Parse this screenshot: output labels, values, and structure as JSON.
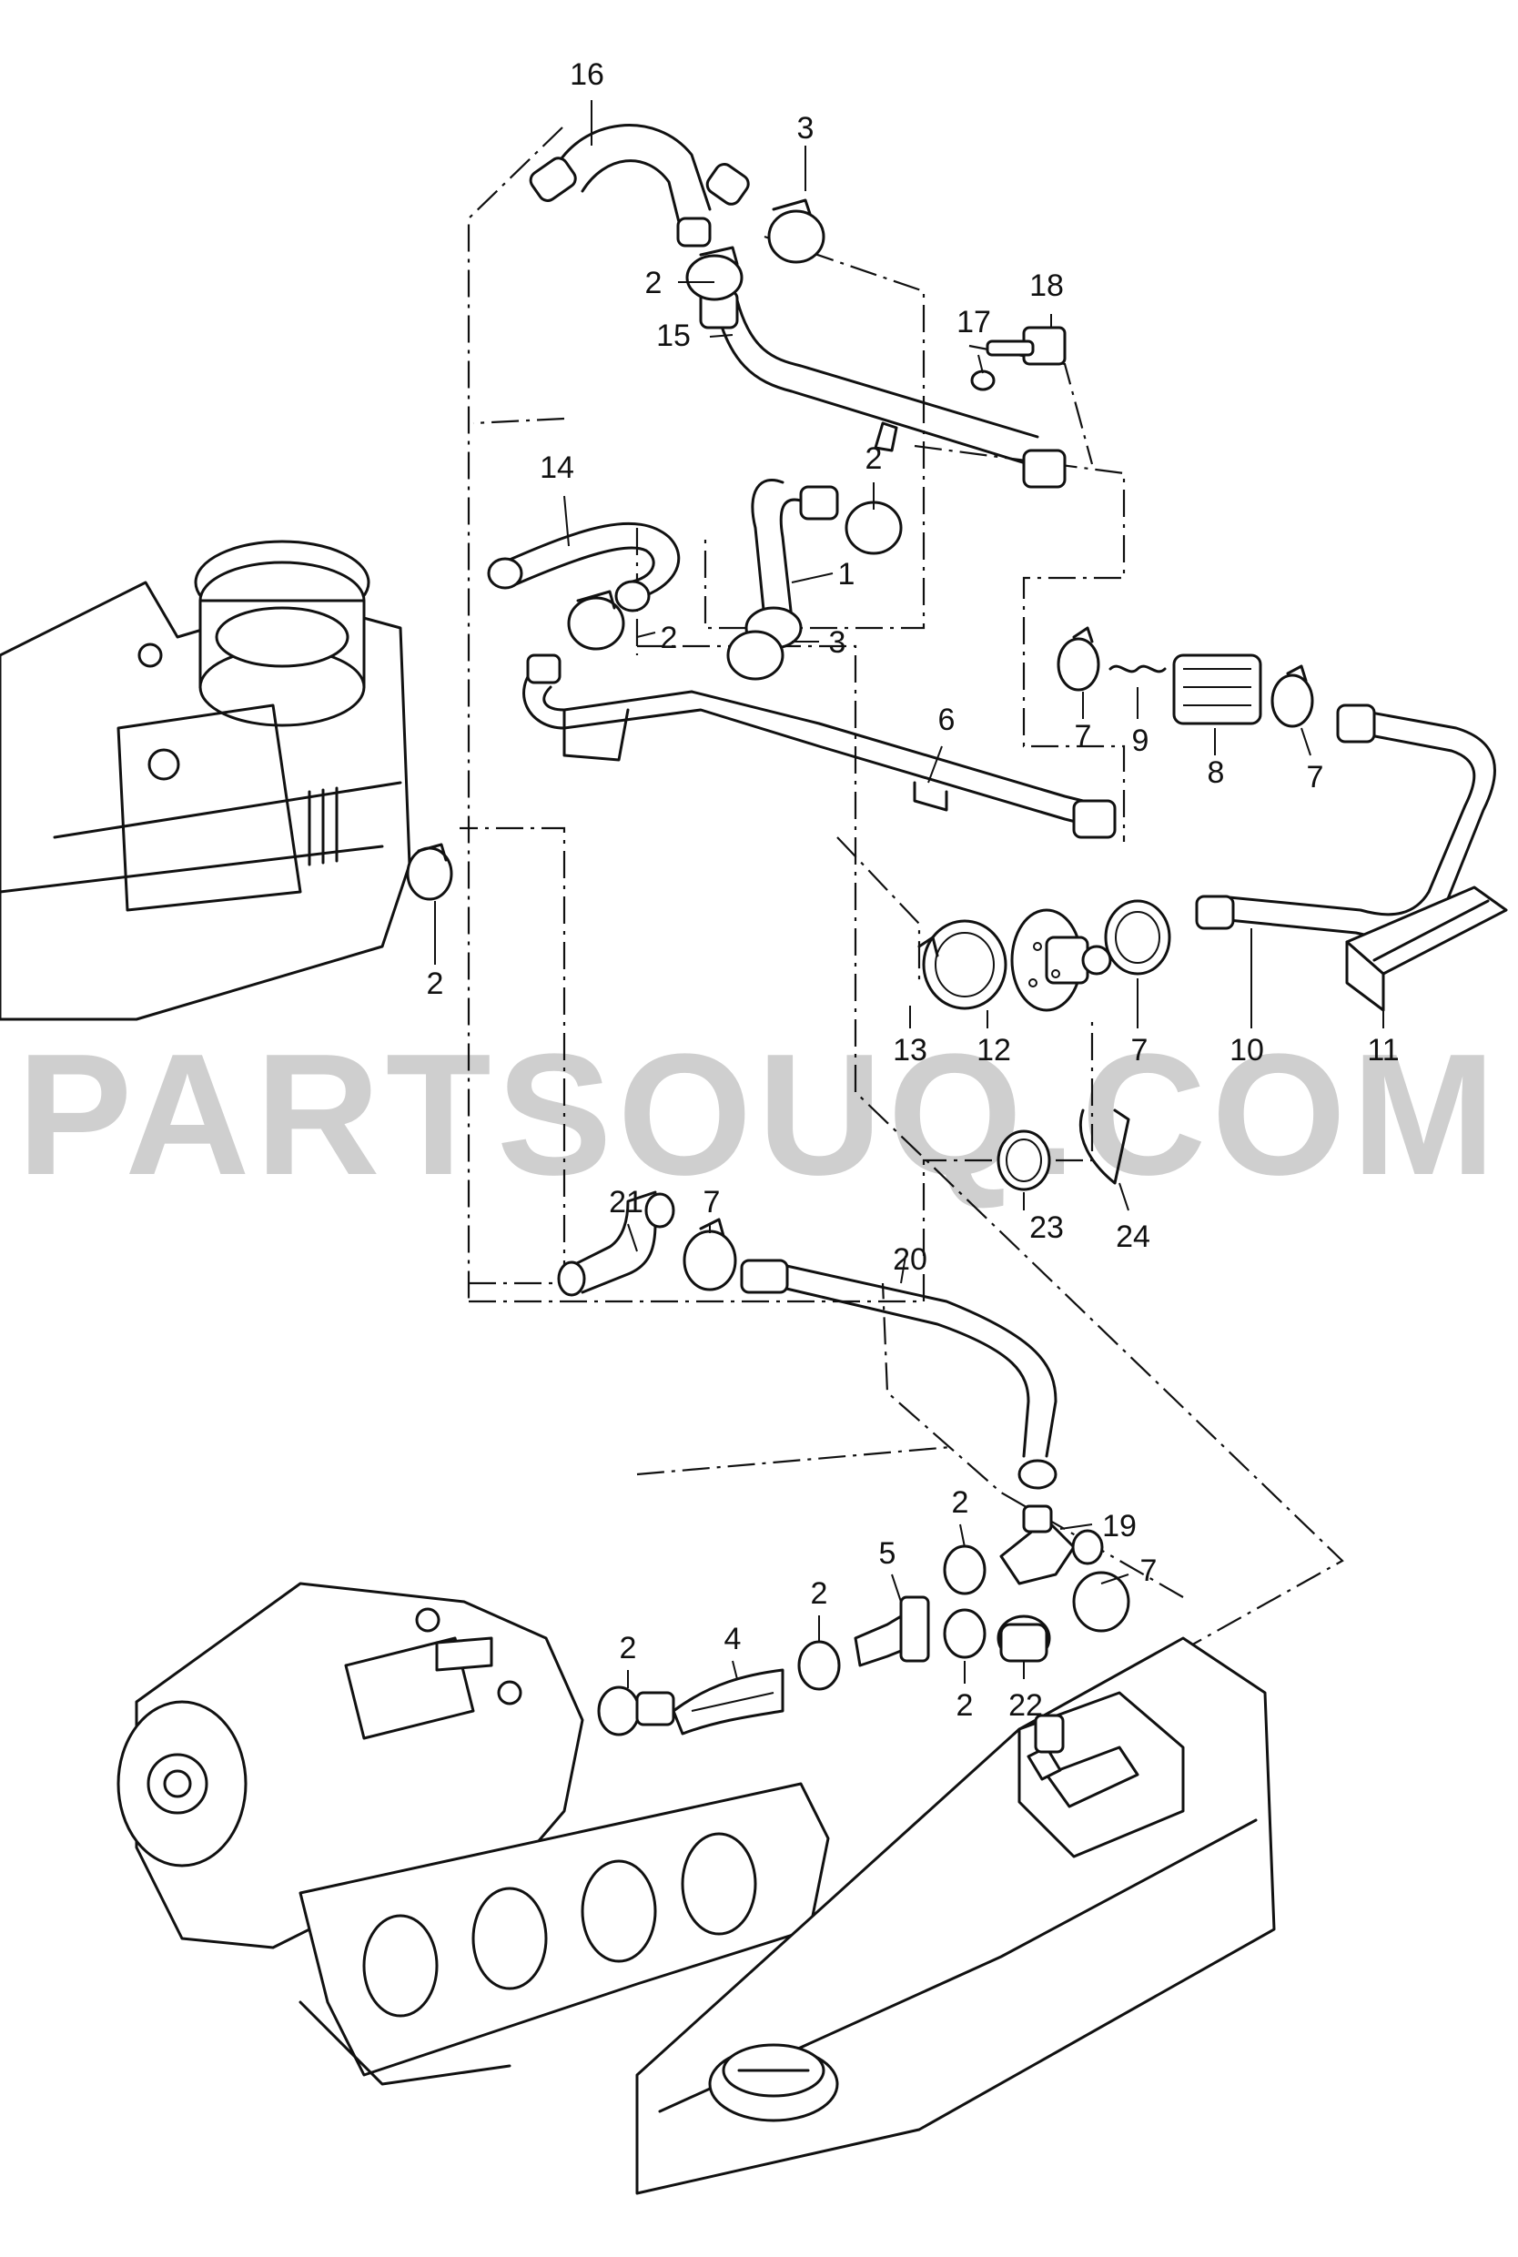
{
  "watermark": "PARTSOUQ.COM",
  "callouts": [
    {
      "id": "c16a",
      "text": "16"
    },
    {
      "id": "c3a",
      "text": "3"
    },
    {
      "id": "c2a",
      "text": "2"
    },
    {
      "id": "c18",
      "text": "18"
    },
    {
      "id": "c17",
      "text": "17"
    },
    {
      "id": "c15",
      "text": "15"
    },
    {
      "id": "c14",
      "text": "14"
    },
    {
      "id": "c2b",
      "text": "2"
    },
    {
      "id": "c1",
      "text": "1"
    },
    {
      "id": "c2c",
      "text": "2"
    },
    {
      "id": "c3b",
      "text": "3"
    },
    {
      "id": "c7a",
      "text": "7"
    },
    {
      "id": "c9",
      "text": "9"
    },
    {
      "id": "c8",
      "text": "8"
    },
    {
      "id": "c7b",
      "text": "7"
    },
    {
      "id": "c6",
      "text": "6"
    },
    {
      "id": "c2d",
      "text": "2"
    },
    {
      "id": "c13",
      "text": "13"
    },
    {
      "id": "c12",
      "text": "12"
    },
    {
      "id": "c7c",
      "text": "7"
    },
    {
      "id": "c10",
      "text": "10"
    },
    {
      "id": "c11",
      "text": "11"
    },
    {
      "id": "c23",
      "text": "23"
    },
    {
      "id": "c24",
      "text": "24"
    },
    {
      "id": "c21",
      "text": "21"
    },
    {
      "id": "c7d",
      "text": "7"
    },
    {
      "id": "c20",
      "text": "20"
    },
    {
      "id": "c19",
      "text": "19"
    },
    {
      "id": "c2e",
      "text": "2"
    },
    {
      "id": "c7e",
      "text": "7"
    },
    {
      "id": "c5",
      "text": "5"
    },
    {
      "id": "c2f",
      "text": "2"
    },
    {
      "id": "c2g",
      "text": "2"
    },
    {
      "id": "c4",
      "text": "4"
    },
    {
      "id": "c2h",
      "text": "2"
    },
    {
      "id": "c22",
      "text": "22"
    }
  ]
}
